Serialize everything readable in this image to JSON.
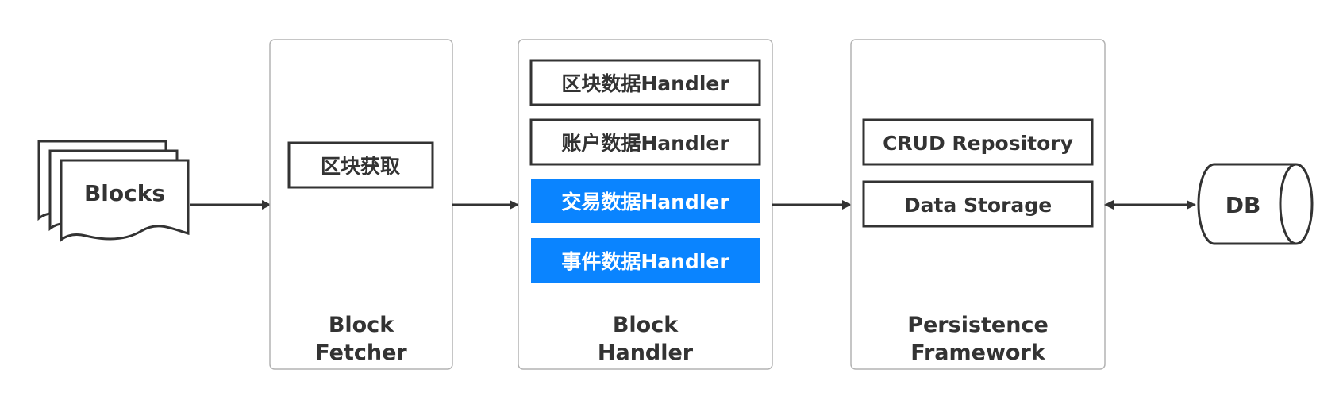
{
  "blocks": {
    "label": "Blocks"
  },
  "fetcher": {
    "title_line1": "Block",
    "title_line2": "Fetcher",
    "items": [
      "区块获取"
    ]
  },
  "handler": {
    "title_line1": "Block",
    "title_line2": "Handler",
    "items": [
      {
        "label": "区块数据Handler",
        "highlighted": false
      },
      {
        "label": "账户数据Handler",
        "highlighted": false
      },
      {
        "label": "交易数据Handler",
        "highlighted": true
      },
      {
        "label": "事件数据Handler",
        "highlighted": true
      }
    ]
  },
  "persistence": {
    "title_line1": "Persistence",
    "title_line2": "Framework",
    "items": [
      "CRUD Repository",
      "Data Storage"
    ]
  },
  "db": {
    "label": "DB"
  },
  "colors": {
    "stroke": "#333333",
    "panel_border": "#b3b3b3",
    "highlight_fill": "#0a84ff",
    "highlight_text": "#ffffff",
    "text": "#333333"
  }
}
